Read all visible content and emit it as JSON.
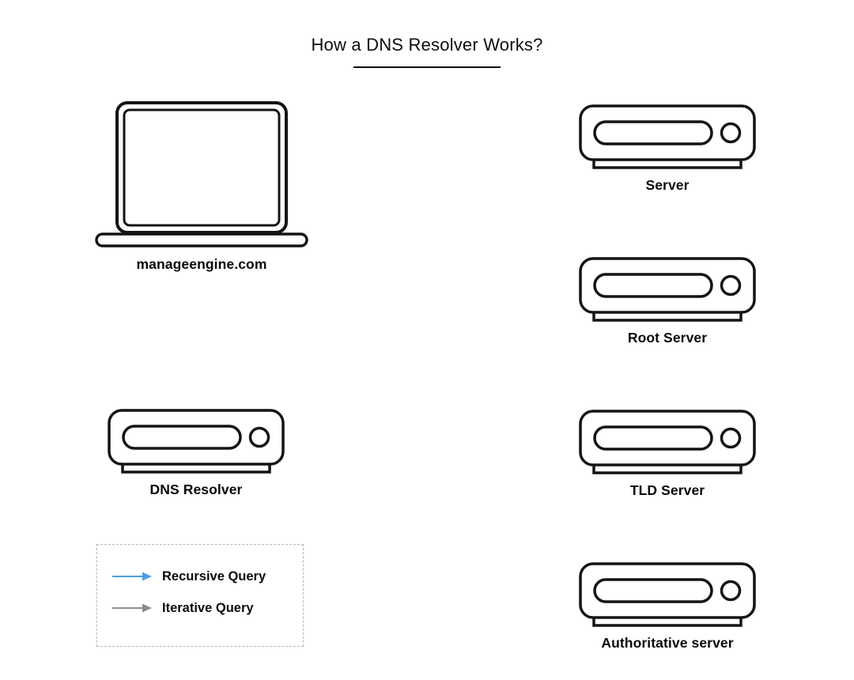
{
  "title": "How a DNS Resolver Works?",
  "nodes": {
    "client": {
      "label": "manageengine.com"
    },
    "server": {
      "label": "Server"
    },
    "root_server": {
      "label": "Root Server"
    },
    "dns_resolver": {
      "label": "DNS Resolver"
    },
    "tld_server": {
      "label": "TLD Server"
    },
    "authoritative_server": {
      "label": "Authoritative server"
    }
  },
  "legend": {
    "recursive": {
      "label": "Recursive Query",
      "color": "#4A9EE3"
    },
    "iterative": {
      "label": "Iterative Query",
      "color": "#8E8E8E"
    }
  }
}
